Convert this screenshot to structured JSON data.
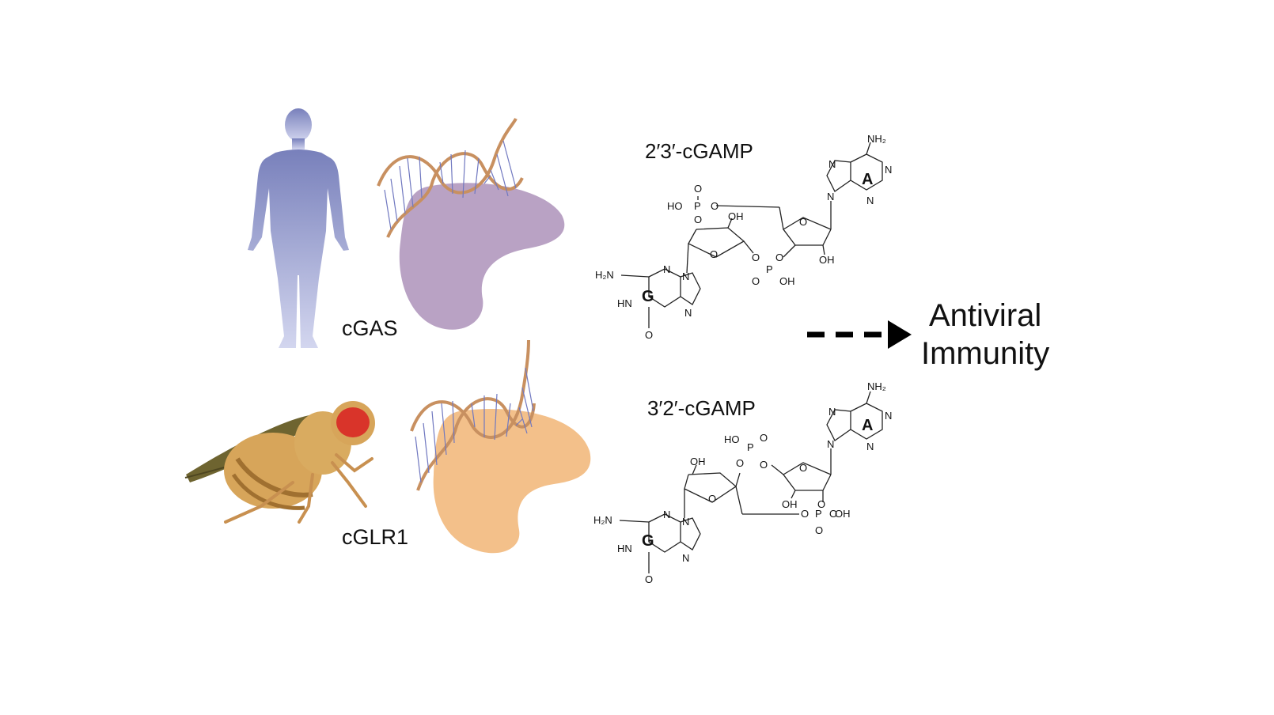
{
  "labels": {
    "human_enzyme": "cGAS",
    "fly_enzyme": "cGLR1",
    "product_top": "2′3′-cGAMP",
    "product_bottom": "3′2′-cGAMP",
    "outcome_line1": "Antiviral",
    "outcome_line2": "Immunity"
  },
  "molecule_top": {
    "base_adenine": "A",
    "base_guanine": "G",
    "nh2_a": "NH₂",
    "h2n_g": "H₂N",
    "hn": "HN",
    "n": "N",
    "o": "O",
    "oh": "OH",
    "ho": "HO",
    "p": "P"
  },
  "molecule_bottom": {
    "base_adenine": "A",
    "base_guanine": "G",
    "nh2_a": "NH₂",
    "h2n_g": "H₂N",
    "hn": "HN",
    "n": "N",
    "o": "O",
    "oh": "OH",
    "ho": "HO",
    "p": "P"
  },
  "colors": {
    "human": "#8088c0",
    "cgas_protein": "#b9a2c4",
    "cglr1_protein": "#f3c08a",
    "dna_backbone": "#c89060",
    "dna_rungs": "#7078c0",
    "fly_body": "#d7a55a",
    "fly_eye": "#d9342a",
    "fly_wing": "#6e6430"
  }
}
